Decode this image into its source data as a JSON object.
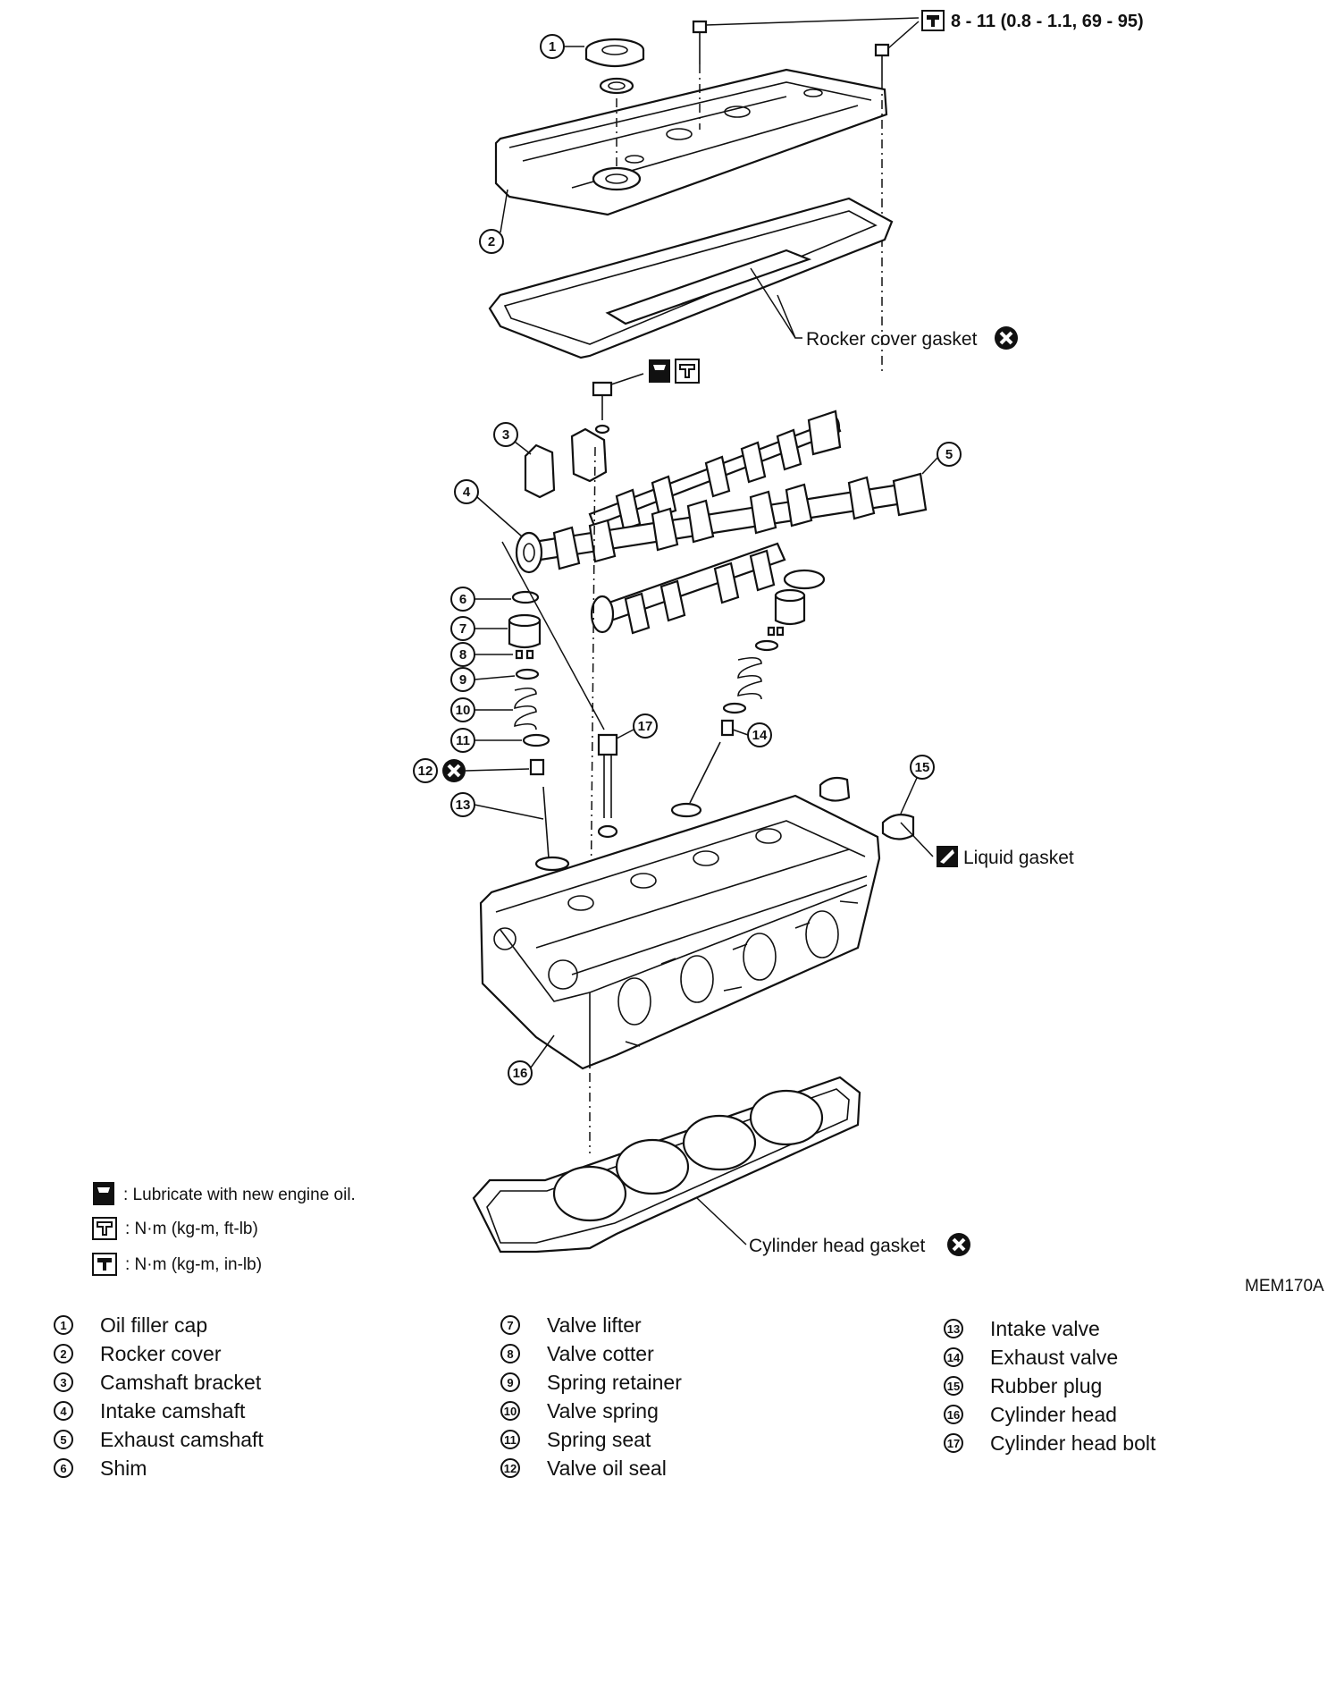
{
  "torque_top": "8 - 11 (0.8 - 1.1, 69 - 95)",
  "labels": {
    "rocker_cover_gasket": "Rocker cover gasket",
    "liquid_gasket": "Liquid gasket",
    "cylinder_head_gasket": "Cylinder head gasket",
    "figure_code": "MEM170A"
  },
  "symbol_key": [
    {
      "icon": "oil-can-icon",
      "text": ": Lubricate with new engine oil."
    },
    {
      "icon": "torque-wrench-ftlb-icon",
      "text": ": N·m (kg-m, ft-lb)"
    },
    {
      "icon": "torque-wrench-inlb-icon",
      "text": ": N·m (kg-m, in-lb)"
    }
  ],
  "callouts": [
    "1",
    "2",
    "3",
    "4",
    "5",
    "6",
    "7",
    "8",
    "9",
    "10",
    "11",
    "12",
    "13",
    "14",
    "15",
    "16",
    "17"
  ],
  "parts": [
    {
      "num": "1",
      "name": "Oil filler cap"
    },
    {
      "num": "2",
      "name": "Rocker cover"
    },
    {
      "num": "3",
      "name": "Camshaft bracket"
    },
    {
      "num": "4",
      "name": "Intake camshaft"
    },
    {
      "num": "5",
      "name": "Exhaust camshaft"
    },
    {
      "num": "6",
      "name": "Shim"
    },
    {
      "num": "7",
      "name": "Valve lifter"
    },
    {
      "num": "8",
      "name": "Valve cotter"
    },
    {
      "num": "9",
      "name": "Spring retainer"
    },
    {
      "num": "10",
      "name": "Valve spring"
    },
    {
      "num": "11",
      "name": "Spring seat"
    },
    {
      "num": "12",
      "name": "Valve oil seal"
    },
    {
      "num": "13",
      "name": "Intake valve"
    },
    {
      "num": "14",
      "name": "Exhaust valve"
    },
    {
      "num": "15",
      "name": "Rubber plug"
    },
    {
      "num": "16",
      "name": "Cylinder head"
    },
    {
      "num": "17",
      "name": "Cylinder head bolt"
    }
  ]
}
